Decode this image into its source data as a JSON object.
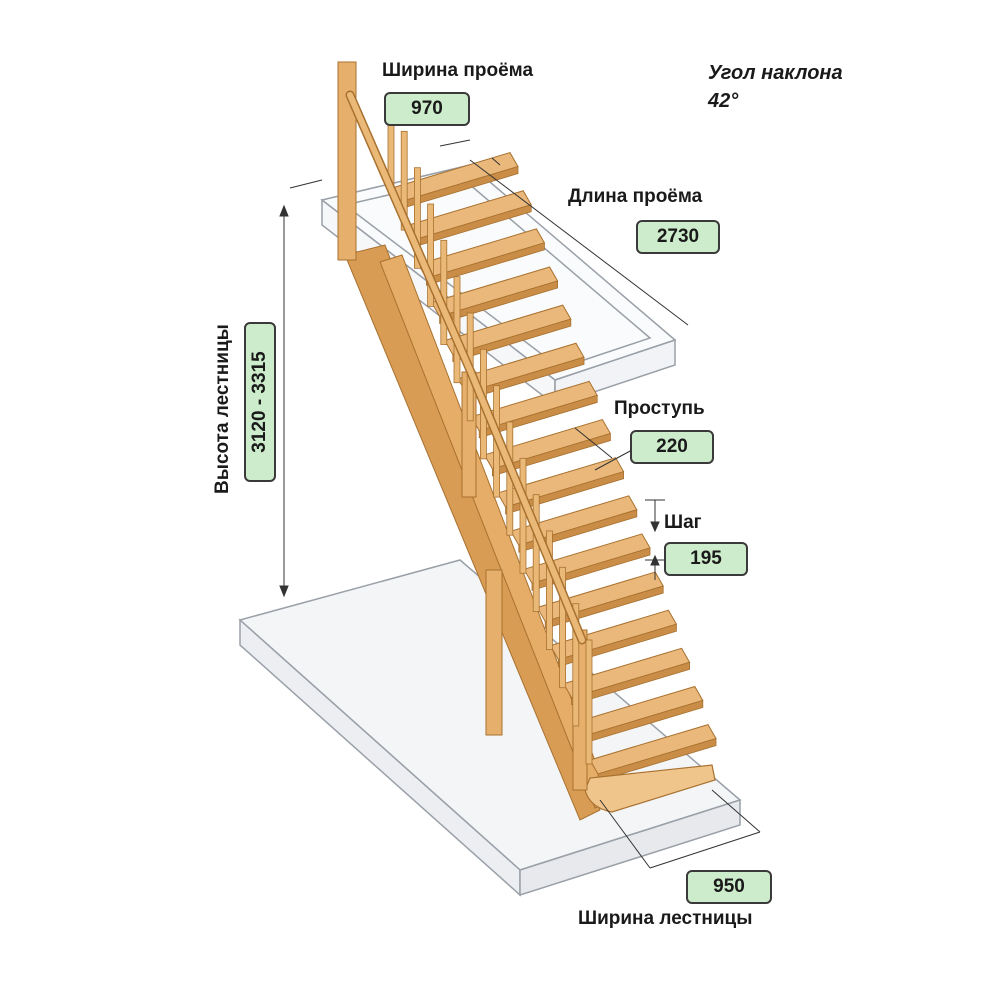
{
  "labels": {
    "opening_width": "Ширина проёма",
    "opening_length": "Длина проёма",
    "angle_title": "Угол наклона",
    "angle_value": "42°",
    "tread": "Проступь",
    "step": "Шаг",
    "stair_height": "Высота лестницы",
    "stair_width": "Ширина лестницы"
  },
  "values": {
    "opening_width": "970",
    "opening_length": "2730",
    "tread": "220",
    "step": "195",
    "stair_height": "3120 - 3315",
    "stair_width": "950"
  },
  "colors": {
    "wood": "#e9b87a",
    "wood_edge": "#a8712f",
    "wood_dark": "#c98d47",
    "value_box": "#cdeccb",
    "outline": "#9aa0a8",
    "text": "#1a1a1a"
  },
  "diagram": {
    "step_count": 16
  }
}
